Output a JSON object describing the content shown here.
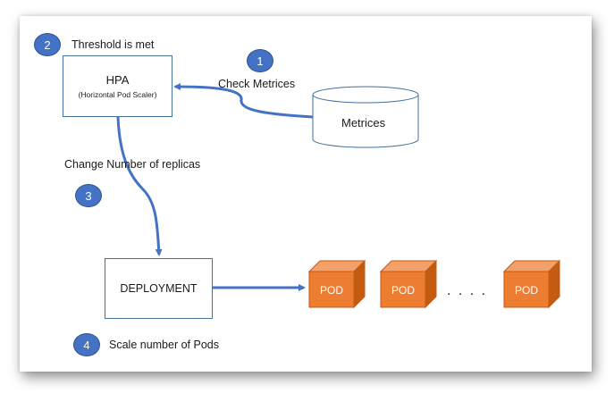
{
  "steps": [
    {
      "number": "1",
      "label": "Check Metrices"
    },
    {
      "number": "2",
      "label": "Threshold is met"
    },
    {
      "number": "3",
      "label": "Change Number of replicas"
    },
    {
      "number": "4",
      "label": "Scale number of Pods"
    }
  ],
  "nodes": {
    "hpa": {
      "title": "HPA",
      "subtitle": "(Horizontal Pod Scaler)"
    },
    "metrics": {
      "label": "Metrices"
    },
    "deployment": {
      "label": "DEPLOYMENT"
    },
    "pods": [
      {
        "label": "POD"
      },
      {
        "label": "POD"
      },
      {
        "label": "POD"
      }
    ],
    "ellipsis": ". . . ."
  },
  "colors": {
    "badge": "#4472c4",
    "arrow": "#4472c4",
    "box_border": "#41719c",
    "pod_front": "#ed7d31",
    "pod_side": "#c55a11",
    "pod_top": "#f4a06b"
  }
}
